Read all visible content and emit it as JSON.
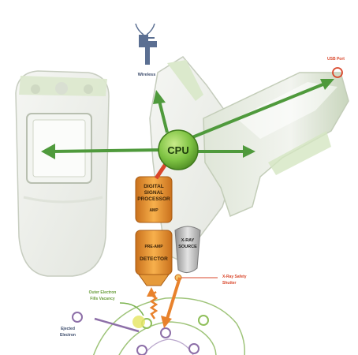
{
  "labels": {
    "wireless": "Wireless",
    "usb_port": "USB Port",
    "cpu": "CPU",
    "dsp_line1": "DIGITAL",
    "dsp_line2": "SIGNAL",
    "dsp_line3": "PROCESSOR",
    "dsp_line4": "AMP",
    "preamp": "PRE-AMP",
    "detector": "DETECTOR",
    "xray_line1": "X-RAY",
    "xray_line2": "SOURCE",
    "shutter_line1": "X-Ray Safety",
    "shutter_line2": "Shutter",
    "outer_line1": "Outer Electron",
    "outer_line2": "Fills Vacancy",
    "ejected_line1": "Ejected",
    "ejected_line2": "Electron"
  },
  "colors": {
    "arrow_green": "#4f9a3c",
    "cpu_green": "#7dc242",
    "module_orange": "#f0a13a",
    "module_orange_dark": "#c9701c",
    "shutter_red": "#d9472b",
    "xray_gray": "#bdbdbd",
    "device_light": "#eef0ec",
    "device_green_tint": "#d7ebc4",
    "label_dark": "#3b4b6b",
    "orbit_green": "#8fbf5a",
    "orbit_purple": "#8d6fa8",
    "electron_yellow": "#e6e66a"
  },
  "icons": [
    "wireless-antenna-icon",
    "usb-port-icon"
  ]
}
